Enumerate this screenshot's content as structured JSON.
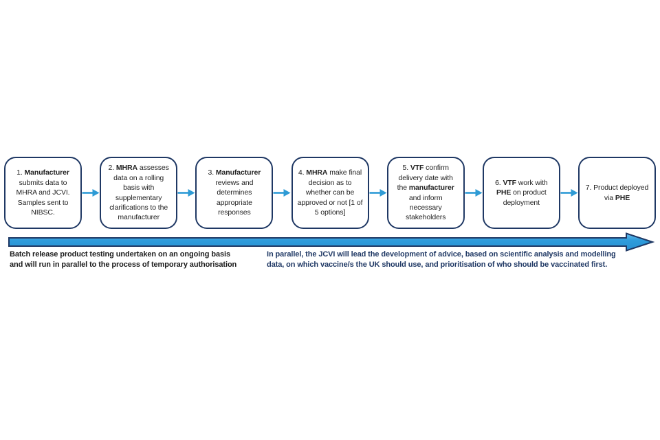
{
  "flow": {
    "steps": [
      {
        "id": 1,
        "segments": [
          {
            "t": "1. "
          },
          {
            "t": "Manufacturer",
            "b": true
          },
          {
            "t": " submits data to MHRA and JCVI. Samples sent to NIBSC."
          }
        ]
      },
      {
        "id": 2,
        "segments": [
          {
            "t": "2. "
          },
          {
            "t": "MHRA",
            "b": true
          },
          {
            "t": " assesses data on a rolling basis with supplementary clarifications to the manufacturer"
          }
        ]
      },
      {
        "id": 3,
        "segments": [
          {
            "t": "3. "
          },
          {
            "t": "Manufacturer",
            "b": true
          },
          {
            "t": " reviews and determines appropriate responses"
          }
        ]
      },
      {
        "id": 4,
        "segments": [
          {
            "t": "4. "
          },
          {
            "t": "MHRA",
            "b": true
          },
          {
            "t": " make final decision as to whether can be approved or not [1 of 5 options]"
          }
        ]
      },
      {
        "id": 5,
        "segments": [
          {
            "t": "5. "
          },
          {
            "t": "VTF",
            "b": true
          },
          {
            "t": " confirm delivery date with the "
          },
          {
            "t": "manufacturer",
            "b": true
          },
          {
            "t": " and inform necessary stakeholders"
          }
        ]
      },
      {
        "id": 6,
        "segments": [
          {
            "t": "6. "
          },
          {
            "t": "VTF",
            "b": true
          },
          {
            "t": " work with "
          },
          {
            "t": "PHE",
            "b": true
          },
          {
            "t": " on product deployment"
          }
        ]
      },
      {
        "id": 7,
        "segments": [
          {
            "t": "7. Product deployed via "
          },
          {
            "t": "PHE",
            "b": true
          }
        ]
      }
    ]
  },
  "notes": {
    "left": {
      "lines": [
        "Batch release product testing undertaken on an ongoing basis",
        "and will run in parallel to the process of temporary authorisation"
      ]
    },
    "right": {
      "lines": [
        "In parallel, the JCVI will lead the development of advice, based on scientific analysis and modelling",
        "data, on which vaccine/s the UK should use, and prioritisation of who should be vaccinated first."
      ]
    }
  },
  "icons": {
    "connector": "right-arrow-icon",
    "timeline": "long-right-arrow-icon"
  },
  "colors": {
    "box_border": "#1f3864",
    "box_text": "#212121",
    "connector_arrow": "#2e9bd5",
    "timeline_fill": "#2f9cdb",
    "timeline_fill_light": "#66bbec",
    "timeline_border": "#1f3864",
    "note_left_text": "#1a1a1a",
    "note_right_text": "#1f3864",
    "background": "#ffffff"
  }
}
